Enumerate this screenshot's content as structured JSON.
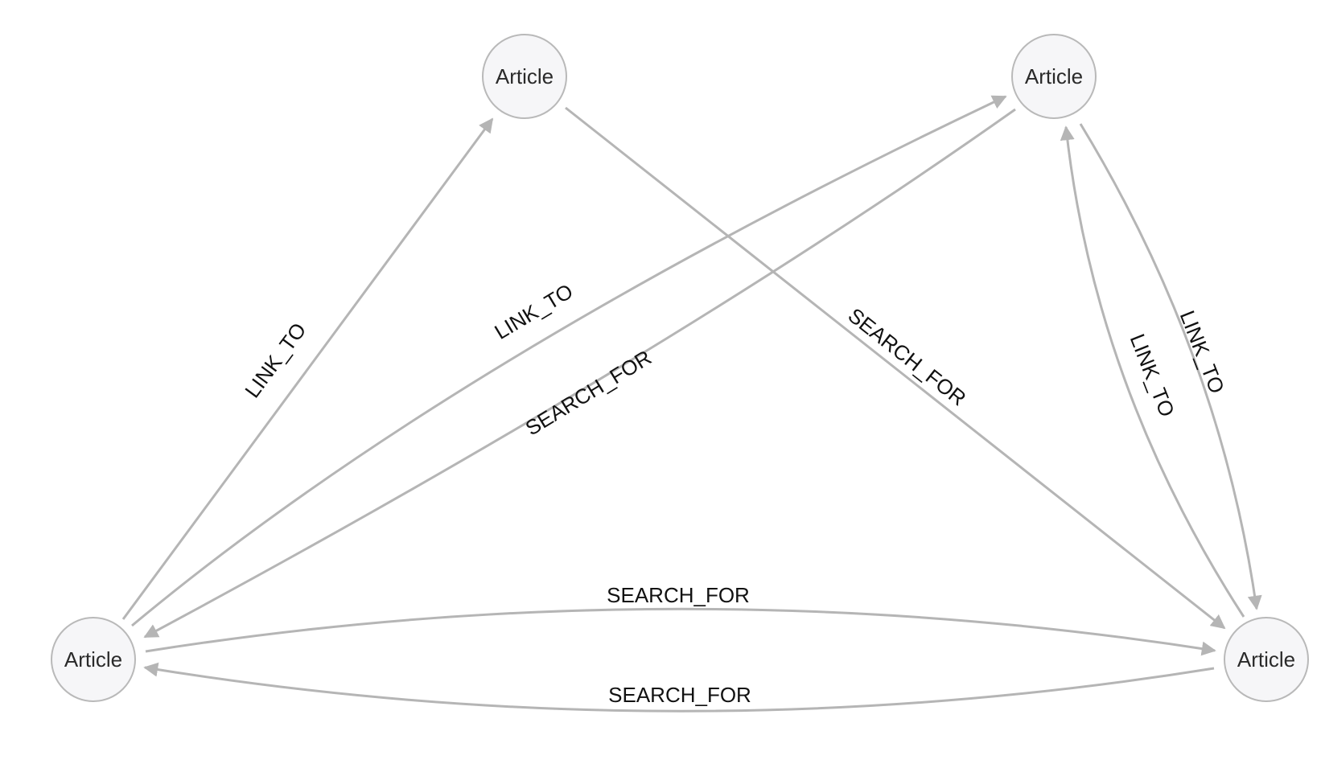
{
  "graph": {
    "nodes": [
      {
        "id": "n_top_mid",
        "label": "Article"
      },
      {
        "id": "n_top_right",
        "label": "Article"
      },
      {
        "id": "n_bottom_left",
        "label": "Article"
      },
      {
        "id": "n_bottom_right",
        "label": "Article"
      }
    ],
    "edges": [
      {
        "id": "e1",
        "from": "n_bottom_left",
        "to": "n_top_mid",
        "label": "LINK_TO"
      },
      {
        "id": "e2",
        "from": "n_bottom_left",
        "to": "n_top_right",
        "label": "LINK_TO"
      },
      {
        "id": "e3",
        "from": "n_top_right",
        "to": "n_bottom_left",
        "label": "SEARCH_FOR"
      },
      {
        "id": "e4",
        "from": "n_top_mid",
        "to": "n_bottom_right",
        "label": "SEARCH_FOR"
      },
      {
        "id": "e5",
        "from": "n_bottom_right",
        "to": "n_top_right",
        "label": "LINK_TO"
      },
      {
        "id": "e6",
        "from": "n_top_right",
        "to": "n_bottom_right",
        "label": "LINK_TO"
      },
      {
        "id": "e7",
        "from": "n_bottom_left",
        "to": "n_bottom_right",
        "label": "SEARCH_FOR"
      },
      {
        "id": "e8",
        "from": "n_bottom_right",
        "to": "n_bottom_left",
        "label": "SEARCH_FOR"
      }
    ]
  },
  "colors": {
    "edge": "#b5b5b5",
    "node_fill": "#f6f6f8",
    "node_stroke": "#b9b9b9"
  }
}
